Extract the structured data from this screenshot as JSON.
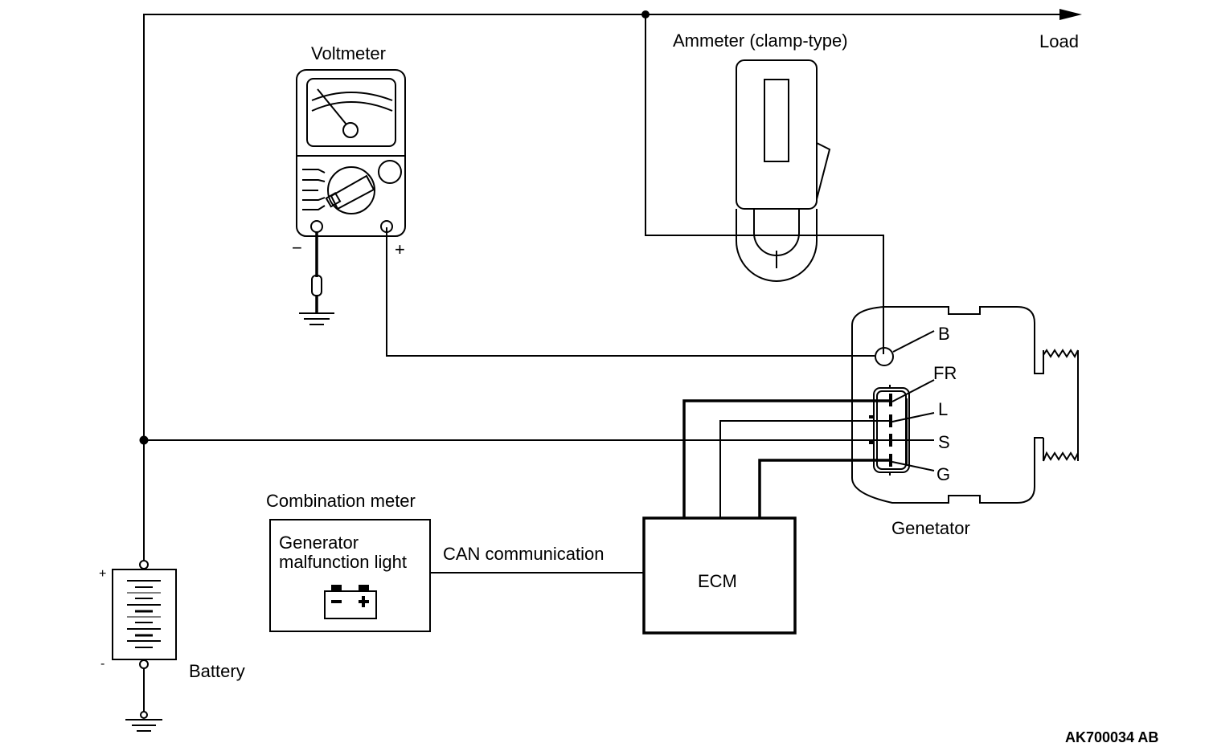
{
  "diagram": {
    "labels": {
      "load": "Load",
      "voltmeter": "Voltmeter",
      "ammeter": "Ammeter (clamp-type)",
      "voltmeter_minus": "−",
      "voltmeter_plus": "+",
      "terminal_b": "B",
      "terminal_fr": "FR",
      "terminal_l": "L",
      "terminal_s": "S",
      "terminal_g": "G",
      "generator": "Genetator",
      "combination_meter": "Combination meter",
      "malfunction_light_line1": "Generator",
      "malfunction_light_line2": "malfunction light",
      "can_communication": "CAN communication",
      "ecm": "ECM",
      "battery": "Battery",
      "battery_plus": "+",
      "battery_minus": "-",
      "figure_code": "AK700034 AB"
    },
    "icons": {
      "battery_warning": "battery-warning-icon",
      "ground": "ground-icon",
      "arrow": "arrow-right-icon"
    },
    "colors": {
      "line": "#000000",
      "background": "#ffffff"
    }
  }
}
